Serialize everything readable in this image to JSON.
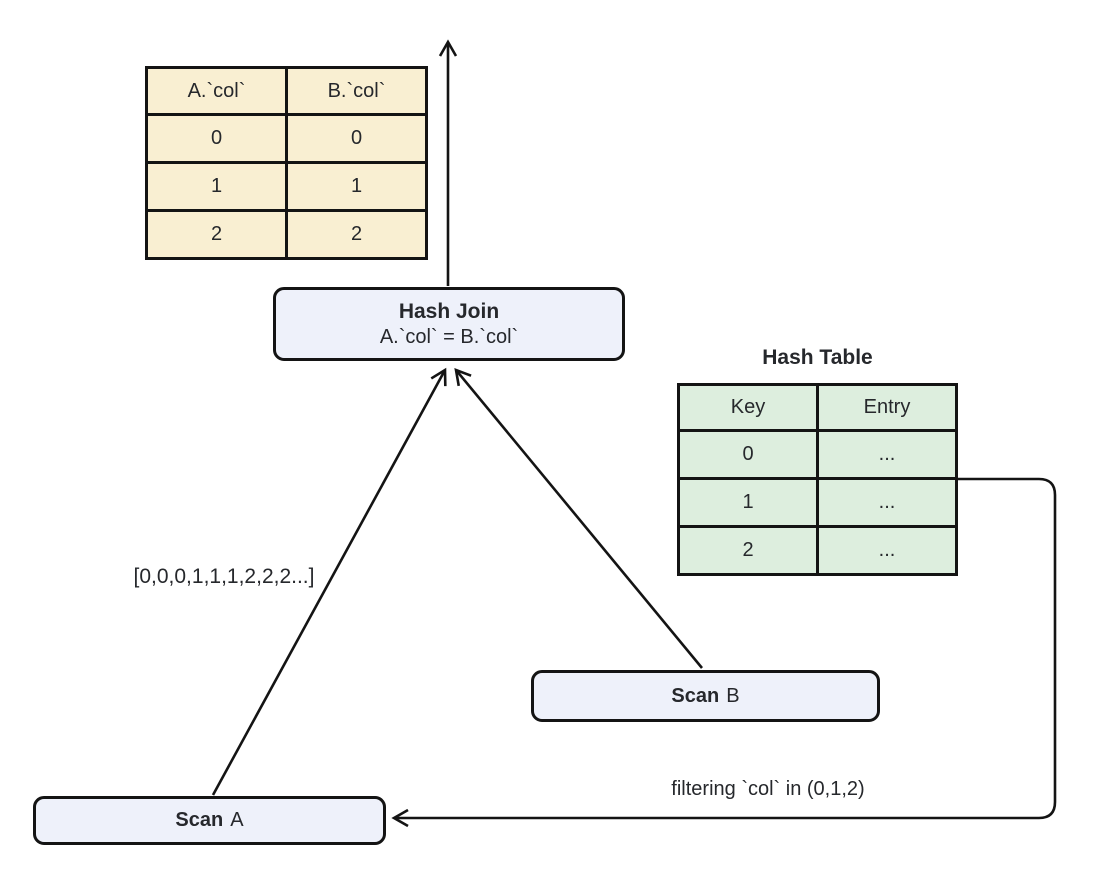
{
  "result_table": {
    "headers": [
      "A.`col`",
      "B.`col`"
    ],
    "rows": [
      [
        "0",
        "0"
      ],
      [
        "1",
        "1"
      ],
      [
        "2",
        "2"
      ]
    ]
  },
  "hash_join": {
    "title": "Hash Join",
    "condition": "A.`col` = B.`col`"
  },
  "hash_table": {
    "title": "Hash Table",
    "headers": [
      "Key",
      "Entry"
    ],
    "rows": [
      [
        "0",
        "..."
      ],
      [
        "1",
        "..."
      ],
      [
        "2",
        "..."
      ]
    ]
  },
  "nodes": {
    "scan_a": {
      "op": "Scan",
      "target": "A"
    },
    "scan_b": {
      "op": "Scan",
      "target": "B"
    }
  },
  "edge_labels": {
    "stream": "[0,0,0,1,1,1,2,2,2...]",
    "filter": "filtering `col` in (0,1,2)"
  },
  "colors": {
    "background": "#ffffff",
    "result_fill": "#F9EFD2",
    "hash_fill": "#DDEEDE",
    "node_fill": "#EEF1FA",
    "border": "#141414",
    "text": "#26282c"
  }
}
